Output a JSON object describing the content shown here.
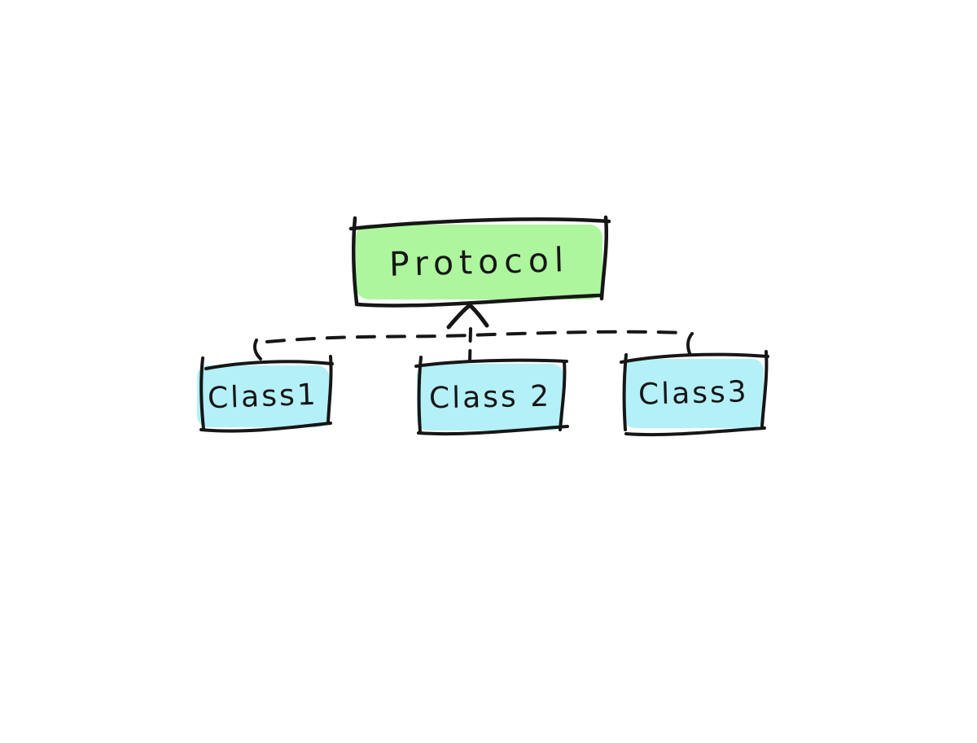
{
  "diagram": {
    "type": "hand-drawn inheritance / conformance diagram",
    "background_color": "#ffffff",
    "stroke_color": "#161616",
    "nodes": [
      {
        "id": "protocol",
        "label": "Protocol",
        "fill": "#aef69e",
        "shape": "sketched-rectangle"
      },
      {
        "id": "class1",
        "label": "Class1",
        "fill": "#b4f0f8",
        "shape": "sketched-rectangle"
      },
      {
        "id": "class2",
        "label": "Class 2",
        "fill": "#b4f0f8",
        "shape": "sketched-rectangle"
      },
      {
        "id": "class3",
        "label": "Class3",
        "fill": "#b4f0f8",
        "shape": "sketched-rectangle"
      }
    ],
    "edges": [
      {
        "from": "class1",
        "to": "protocol",
        "line": "dashed",
        "arrowhead": "open-chevron-up"
      },
      {
        "from": "class2",
        "to": "protocol",
        "line": "dashed",
        "arrowhead": "open-chevron-up"
      },
      {
        "from": "class3",
        "to": "protocol",
        "line": "dashed",
        "arrowhead": "open-chevron-up"
      }
    ],
    "connector_note": "three class boxes join one shared horizontal dashed line with a single open arrow pointing up into the Protocol box"
  }
}
